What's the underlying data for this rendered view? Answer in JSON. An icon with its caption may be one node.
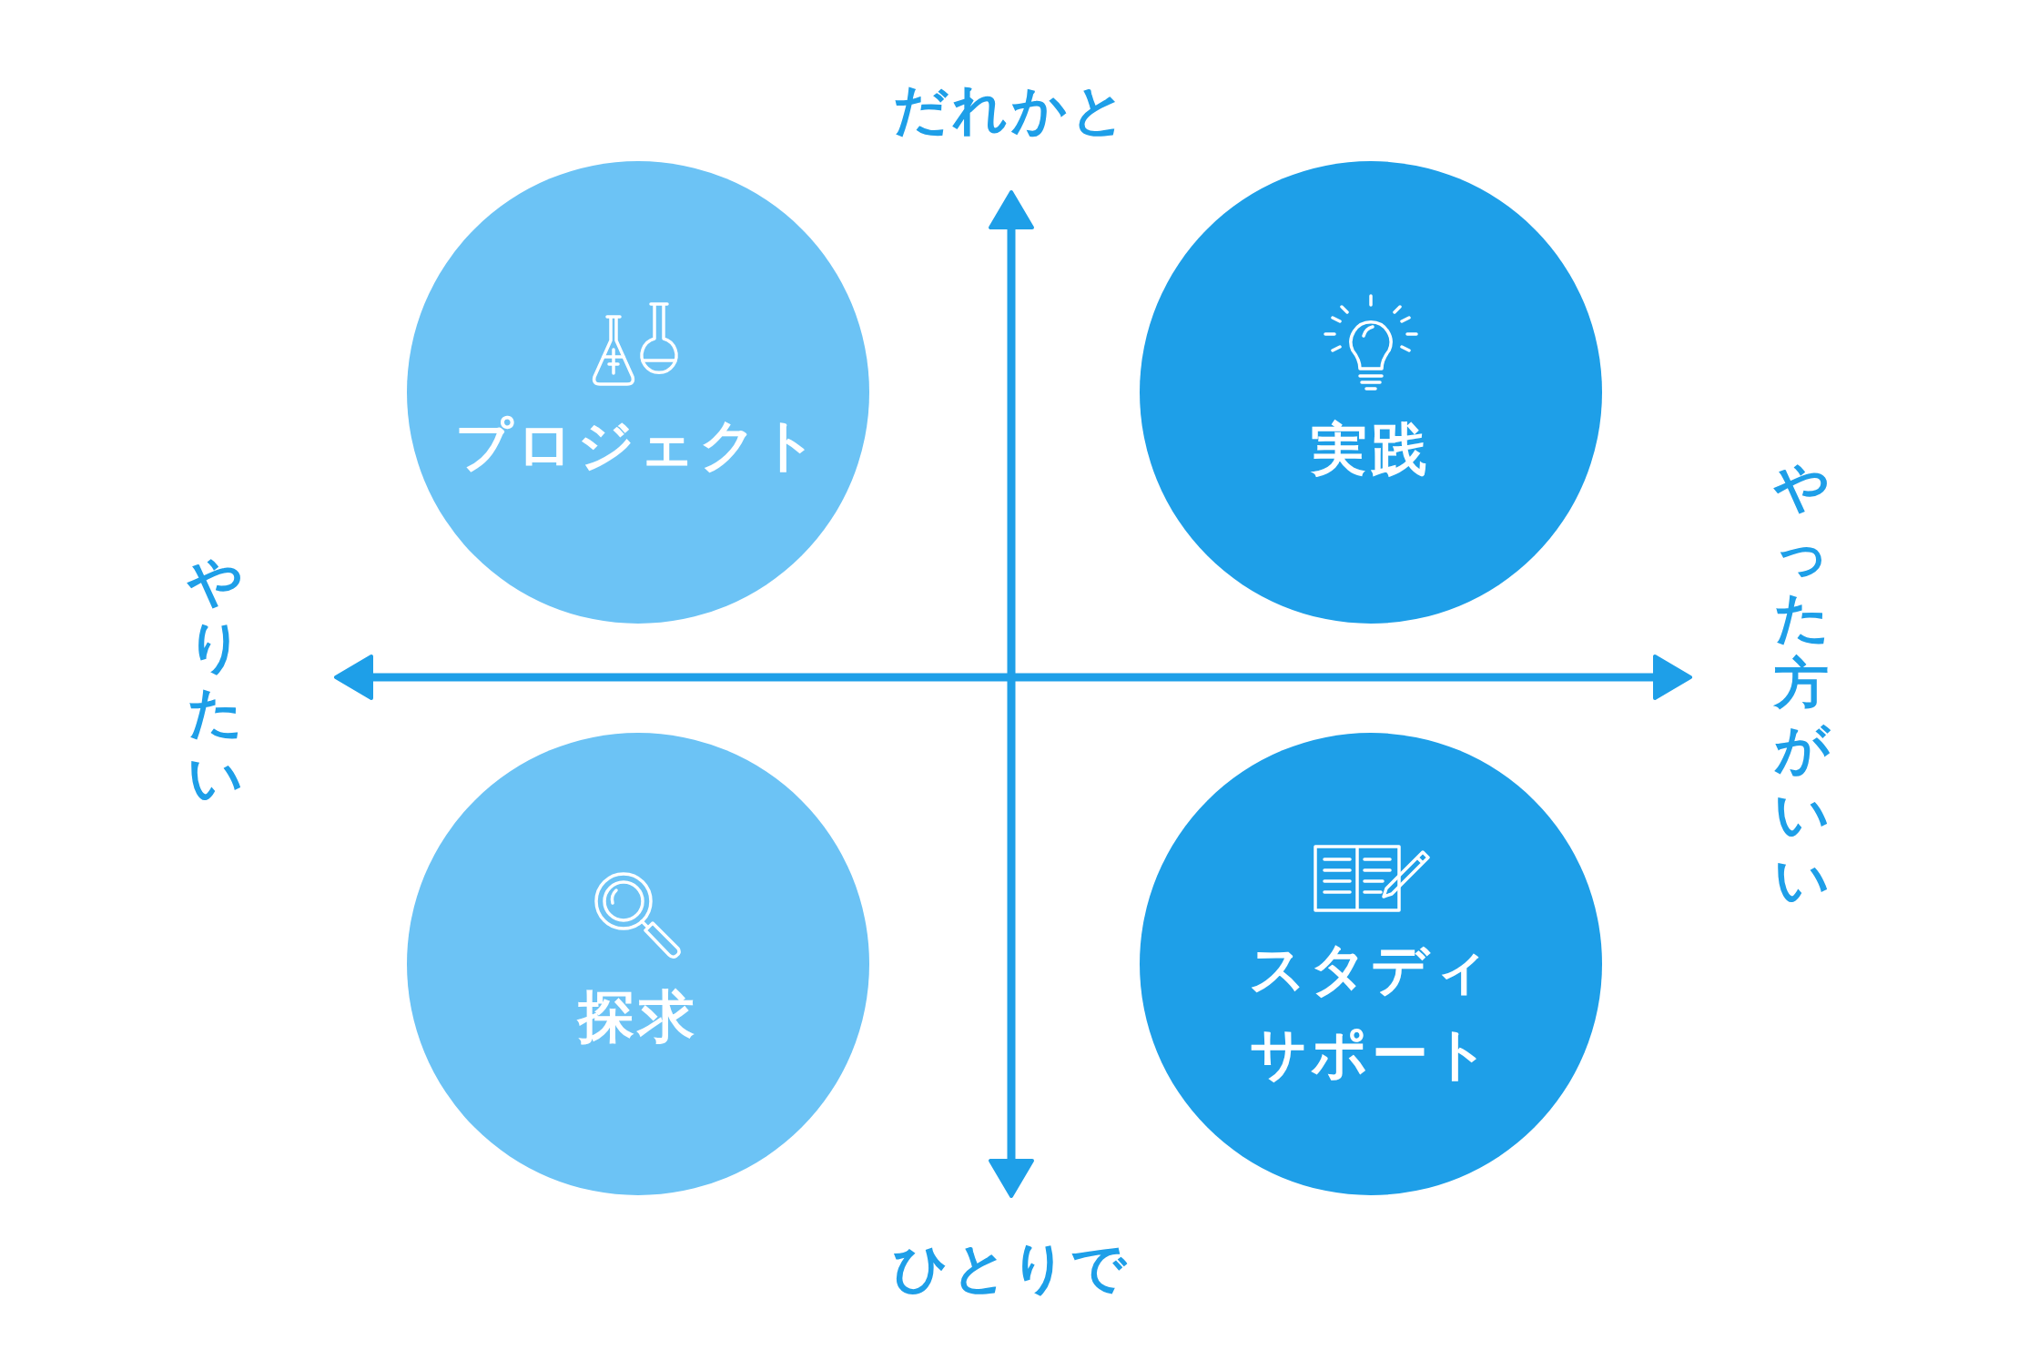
{
  "diagram": {
    "nodes": [
      {
        "text": [
          "プロジェクト"
        ]
      },
      {
        "text": [
          "実践"
        ]
      },
      {
        "text": [
          "探求"
        ]
      },
      {
        "text": [
          "スタディサポート"
        ]
      }
    ],
    "labels": [
      "だれかと",
      "やりたい",
      "やった方がいい",
      "ひとりで"
    ]
  }
}
